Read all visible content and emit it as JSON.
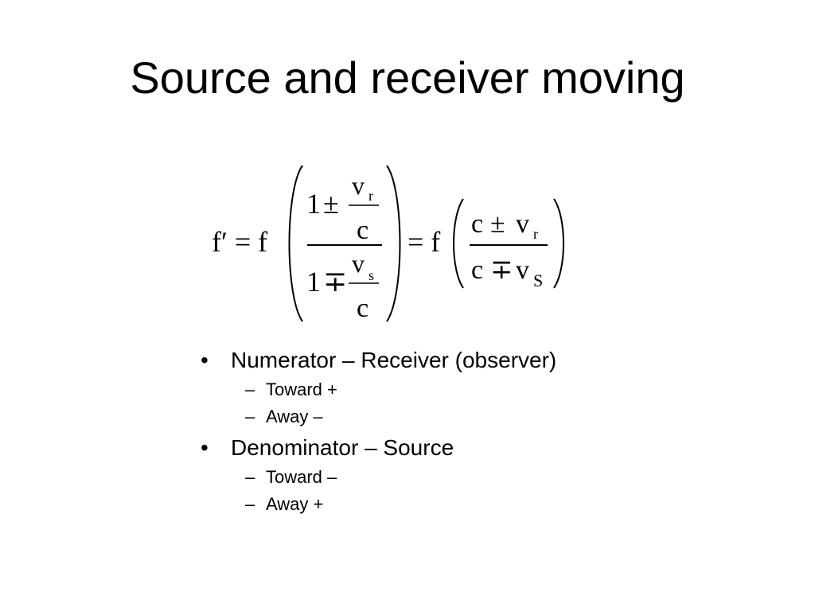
{
  "slide": {
    "title": "Source and receiver moving"
  },
  "equation": {
    "lhs": "f′ = f",
    "left_numerator_one": "1",
    "left_numerator_op": "±",
    "left_numerator_var": "v",
    "left_numerator_sub": "r",
    "left_numerator_den": "c",
    "left_denominator_one": "1",
    "left_denominator_op": "∓",
    "left_denominator_var": "v",
    "left_denominator_sub": "s",
    "left_denominator_den": "c",
    "mid": "= f",
    "right_numerator_c": "c",
    "right_numerator_op": "±",
    "right_numerator_var": "v",
    "right_numerator_sub": "r",
    "right_denominator_c": "c",
    "right_denominator_op": "∓",
    "right_denominator_var": "v",
    "right_denominator_sub": "S"
  },
  "bullets": [
    {
      "marker": "•",
      "text": "Numerator – Receiver (observer)",
      "subitems": [
        {
          "marker": "–",
          "text": "Toward +"
        },
        {
          "marker": "–",
          "text": "Away –"
        }
      ]
    },
    {
      "marker": "•",
      "text": "Denominator – Source",
      "subitems": [
        {
          "marker": "–",
          "text": "Toward –"
        },
        {
          "marker": "–",
          "text": "Away +"
        }
      ]
    }
  ]
}
